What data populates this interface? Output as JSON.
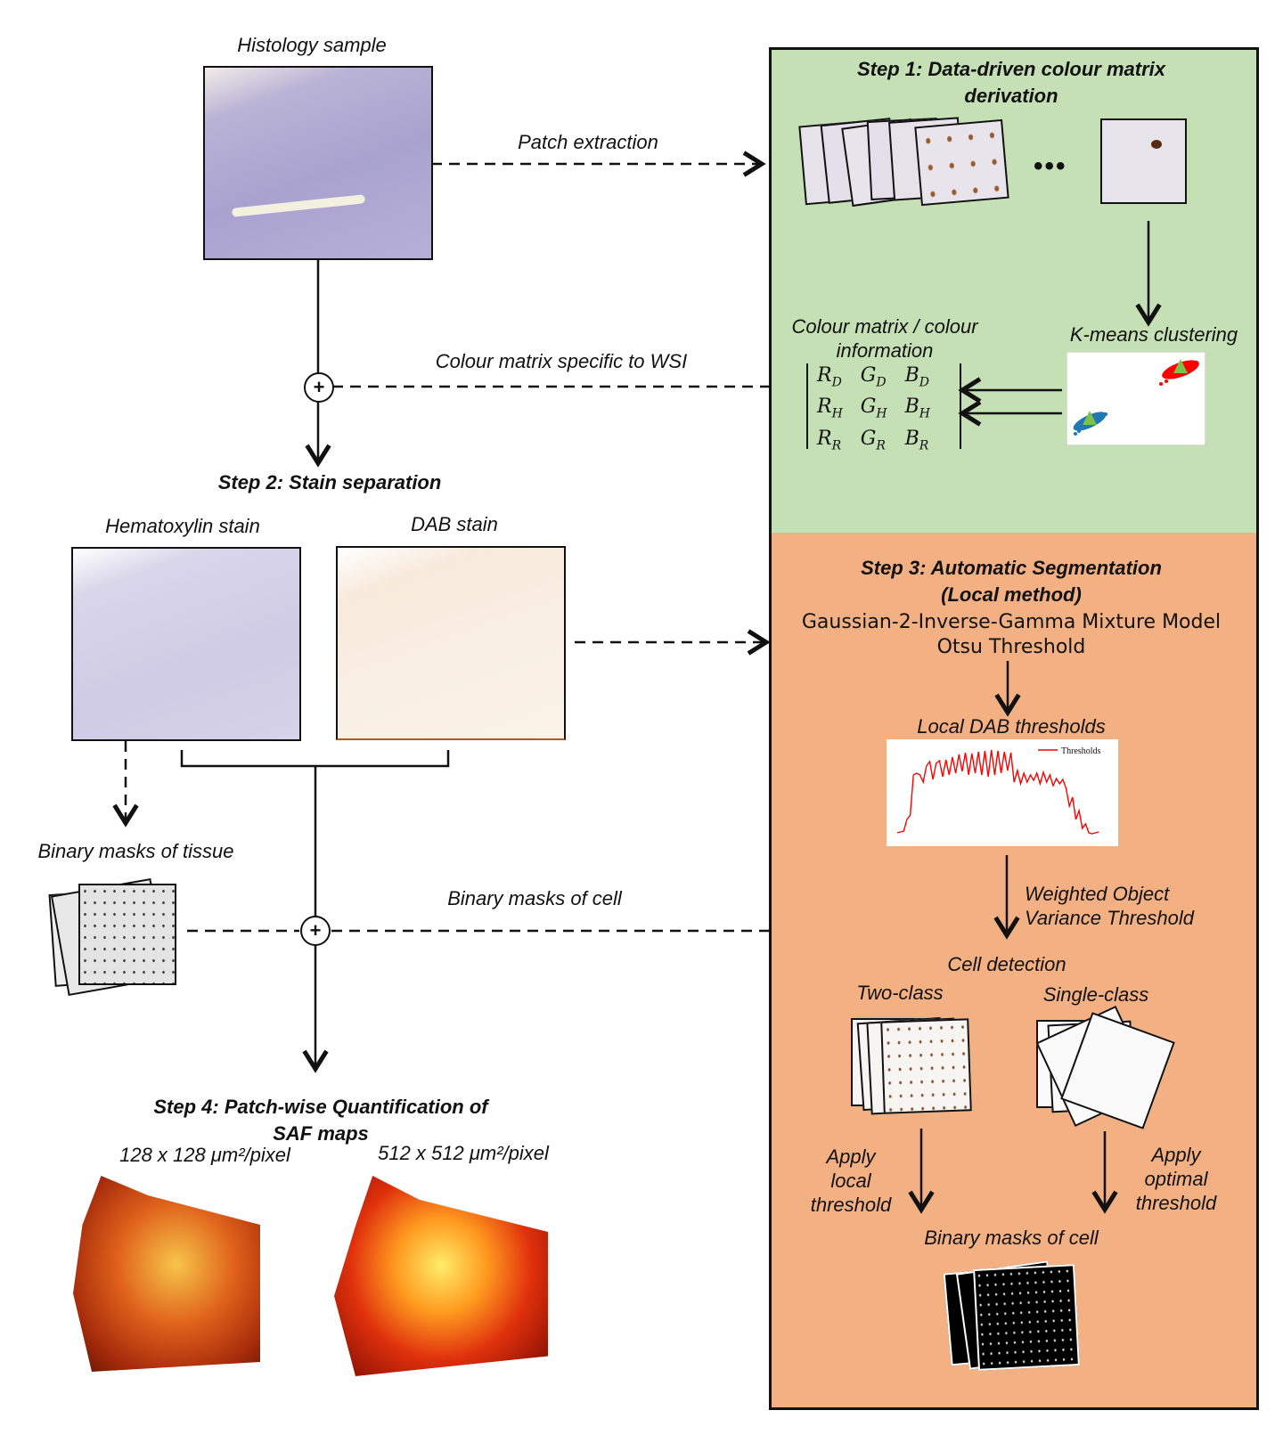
{
  "left": {
    "histology_label": "Histology sample",
    "patch_extraction_label": "Patch extraction",
    "colour_matrix_wsi_label": "Colour matrix specific to WSI",
    "step2_title": "Step 2: Stain separation",
    "hematoxylin_label": "Hematoxylin stain",
    "dab_label": "DAB stain",
    "binary_tissue_label": "Binary masks of tissue",
    "binary_cell_label": "Binary masks of cell",
    "step4_title_line1": "Step 4: Patch-wise Quantification of",
    "step4_title_line2": "SAF maps",
    "map_small_label": "128 x 128 μm²/pixel",
    "map_large_label": "512 x 512 μm²/pixel",
    "combine_symbol": "+"
  },
  "step1": {
    "title_line1": "Step 1: Data-driven colour matrix",
    "title_line2": "derivation",
    "ellipsis": "•••",
    "colour_matrix_label_line1": "Colour matrix / colour",
    "colour_matrix_label_line2": "information",
    "kmeans_label": "K-means clustering",
    "matrix": [
      [
        "R",
        "D",
        "G",
        "D",
        "B",
        "D"
      ],
      [
        "R",
        "H",
        "G",
        "H",
        "B",
        "H"
      ],
      [
        "R",
        "R",
        "G",
        "R",
        "B",
        "R"
      ]
    ],
    "colors": {
      "panel": "#c5e0b4",
      "cluster_dab": "#ff0000",
      "cluster_h": "#1f77b4",
      "centroid": "#7cc24a"
    }
  },
  "step3": {
    "title_line1": "Step 3: Automatic Segmentation",
    "title_line2": "(Local method)",
    "method_line1": "Gaussian-2-Inverse-Gamma Mixture Model",
    "method_line2": "Otsu Threshold",
    "local_dab_label": "Local DAB thresholds",
    "legend_label": "Thresholds",
    "wovt_line1": "Weighted Object",
    "wovt_line2": "Variance Threshold",
    "cell_detection_label": "Cell detection",
    "two_class_label": "Two-class",
    "single_class_label": "Single-class",
    "apply_local_lines": [
      "Apply",
      "local",
      "threshold"
    ],
    "apply_optimal_lines": [
      "Apply",
      "optimal",
      "threshold"
    ],
    "binary_masks_cell_label": "Binary masks of cell",
    "colors": {
      "panel": "#f3b183",
      "threshold_line": "#ff0000"
    }
  },
  "chart_data": {
    "type": "line",
    "title": "Local DAB thresholds",
    "xlabel": "",
    "ylabel": "",
    "legend": [
      "Thresholds"
    ],
    "legend_position": "top-right",
    "series": [
      {
        "name": "Thresholds",
        "values": [
          0.05,
          0.06,
          0.07,
          0.2,
          0.25,
          0.7,
          0.72,
          0.7,
          0.62,
          0.8,
          0.85,
          0.65,
          0.83,
          0.86,
          0.68,
          0.87,
          0.7,
          0.9,
          0.72,
          0.93,
          0.74,
          0.95,
          0.7,
          0.94,
          0.72,
          0.96,
          0.7,
          0.97,
          0.68,
          0.98,
          0.7,
          0.97,
          0.72,
          0.96,
          0.75,
          0.95,
          0.62,
          0.75,
          0.6,
          0.72,
          0.62,
          0.7,
          0.64,
          0.72,
          0.6,
          0.73,
          0.62,
          0.7,
          0.58,
          0.66,
          0.6,
          0.65,
          0.55,
          0.35,
          0.45,
          0.2,
          0.3,
          0.1,
          0.15,
          0.05,
          0.04,
          0.05,
          0.06
        ]
      }
    ],
    "ylim": [
      0,
      1
    ]
  }
}
